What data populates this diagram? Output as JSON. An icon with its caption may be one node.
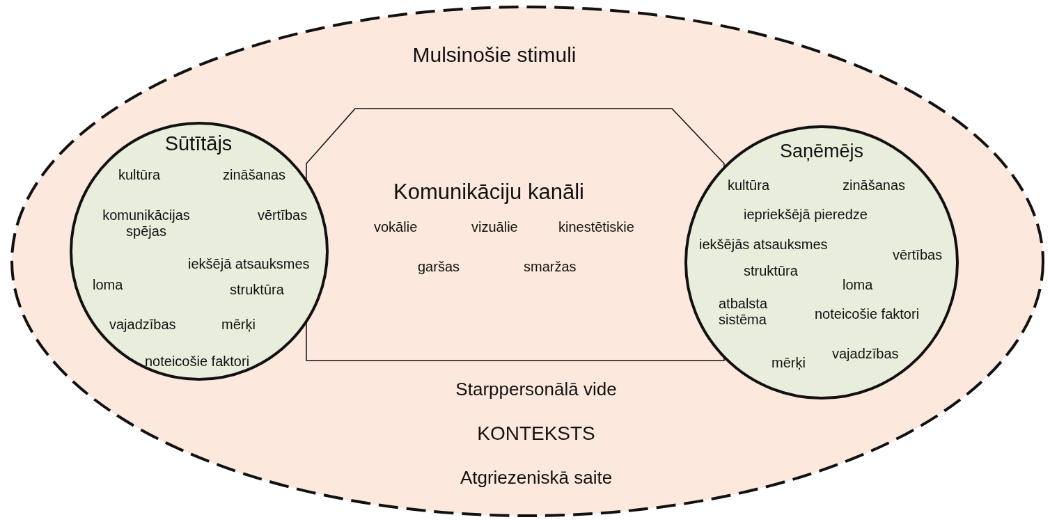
{
  "diagram": {
    "nodes": [
      {
        "text": [
          "Mulsinošie stimuli",
          "Starppersonālā vide",
          "KONTEKSTS",
          "Atgriezeniskā saite"
        ]
      },
      {
        "text": [
          "Sūtītājs",
          "kultūra",
          "zināšanas",
          "komunikācijas spējas",
          "vērtības",
          "iekšējā atsauksmes",
          "loma",
          "struktūra",
          "vajadzības",
          "mērķi",
          "noteicošie faktori"
        ],
        "in": 0
      },
      {
        "text": [
          "Komunikāciju kanāli",
          "vokālie",
          "vizuālie",
          "kinestētiskie",
          "garšas",
          "smaržas"
        ],
        "in": 0
      },
      {
        "text": [
          "Saņēmējs",
          "kultūra",
          "zināšanas",
          "iepriekšējā pieredze",
          "iekšējās atsauksmes",
          "vērtības",
          "struktūra",
          "loma",
          "atbalsta sistēma",
          "noteicošie faktori",
          "vajadzības",
          "mērķi"
        ],
        "in": 0
      }
    ],
    "edges": []
  }
}
